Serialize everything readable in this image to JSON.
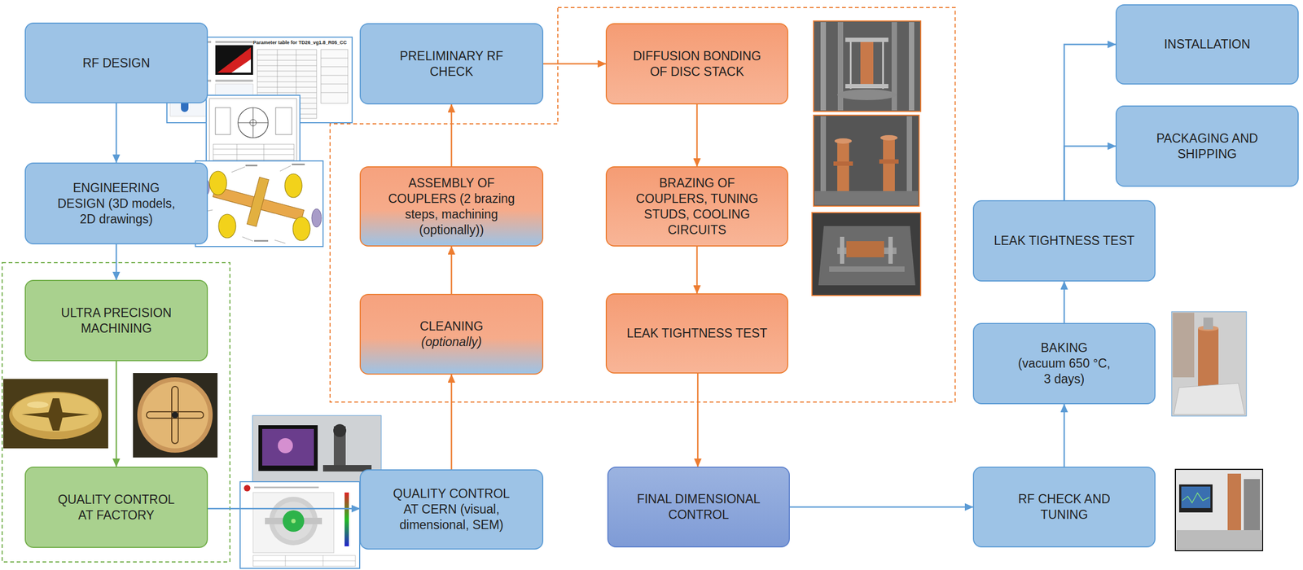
{
  "diagram": {
    "nodes": [
      {
        "text": [
          "RF DESIGN"
        ]
      },
      {
        "text": [
          "ENGINEERING DESIGN (3D models, 2D drawings)"
        ]
      },
      {
        "text": [
          "ULTRA PRECISION MACHINING"
        ]
      },
      {
        "text": [
          "QUALITY CONTROL AT FACTORY"
        ]
      },
      {
        "text": [
          "QUALITY CONTROL AT CERN (visual, dimensional, SEM)"
        ]
      },
      {
        "text": [
          "CLEANING",
          "(optionally)"
        ]
      },
      {
        "text": [
          "ASSEMBLY OF COUPLERS (2 brazing steps, machining (optionally))"
        ]
      },
      {
        "text": [
          "PRELIMINARY RF CHECK"
        ]
      },
      {
        "text": [
          "DIFFUSION BONDING OF DISC STACK"
        ]
      },
      {
        "text": [
          "BRAZING OF COUPLERS, TUNING STUDS, COOLING CIRCUITS"
        ]
      },
      {
        "text": [
          "LEAK TIGHTNESS TEST"
        ]
      },
      {
        "text": [
          "FINAL DIMENSIONAL CONTROL"
        ]
      },
      {
        "text": [
          "RF CHECK AND TUNING"
        ]
      },
      {
        "text": [
          "BAKING",
          "(vacuum 650 °C, 3 days)"
        ]
      },
      {
        "text": [
          "LEAK TIGHTNESS TEST"
        ]
      },
      {
        "text": [
          "PACKAGING AND SHIPPING"
        ]
      },
      {
        "text": [
          "INSTALLATION"
        ]
      }
    ],
    "edges": [
      {
        "from": 0,
        "to": 1,
        "arrow": "to"
      },
      {
        "from": 1,
        "to": 2,
        "arrow": "to"
      },
      {
        "from": 2,
        "to": 3,
        "arrow": "to"
      },
      {
        "from": 3,
        "to": 4,
        "arrow": "to"
      },
      {
        "from": 4,
        "to": 5,
        "arrow": "to"
      },
      {
        "from": 5,
        "to": 6,
        "arrow": "to"
      },
      {
        "from": 6,
        "to": 7,
        "arrow": "to"
      },
      {
        "from": 7,
        "to": 8,
        "arrow": "to"
      },
      {
        "from": 8,
        "to": 9,
        "arrow": "to"
      },
      {
        "from": 9,
        "to": 10,
        "arrow": "to"
      },
      {
        "from": 10,
        "to": 11,
        "arrow": "to"
      },
      {
        "from": 11,
        "to": 12,
        "arrow": "to"
      },
      {
        "from": 12,
        "to": 13,
        "arrow": "to"
      },
      {
        "from": 13,
        "to": 14,
        "arrow": "to"
      },
      {
        "from": 14,
        "to": 15,
        "arrow": "to"
      },
      {
        "from": 14,
        "to": 16,
        "arrow": "to"
      }
    ],
    "labels": [
      "Parameter table for TD26_vg1.8_R05_CC"
    ]
  }
}
